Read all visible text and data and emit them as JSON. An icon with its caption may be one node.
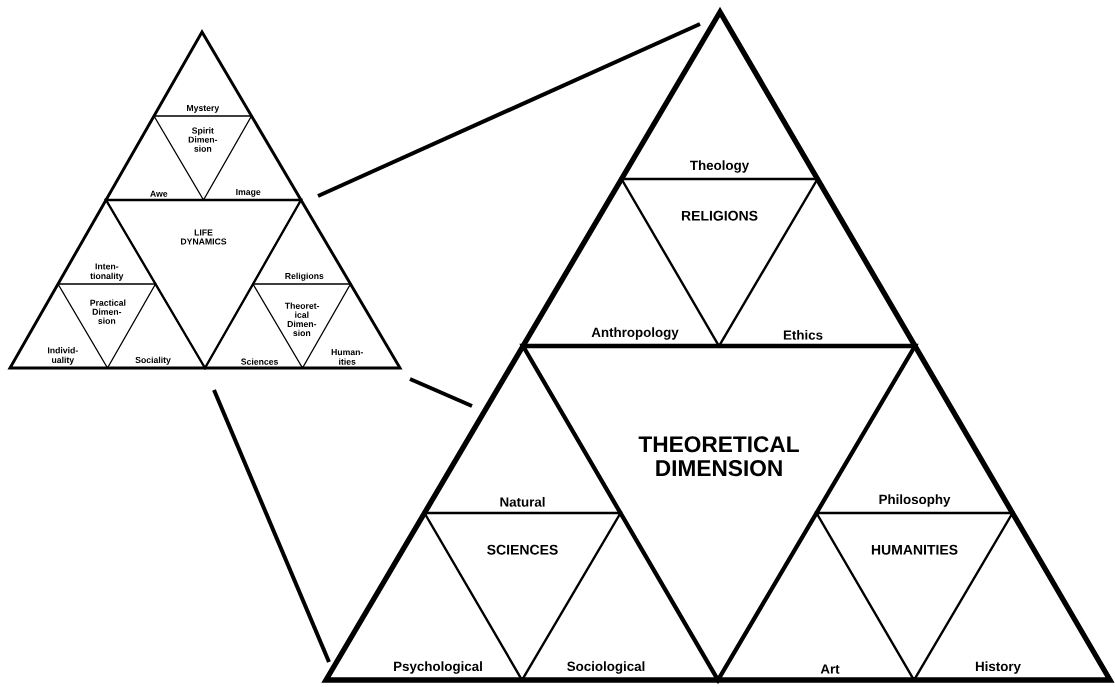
{
  "diagram": {
    "nodes": [
      {
        "text": [],
        "shape": "triangle"
      },
      {
        "text": [
          "Mystery",
          "Awe",
          "Image"
        ],
        "in": 0
      },
      {
        "text": [
          "Spirit Dimen- sion"
        ],
        "in": 1
      },
      {
        "text": [
          "LIFE DYNAMICS"
        ],
        "in": 0
      },
      {
        "text": [
          "Inten- tionality",
          "Individ- uality",
          "Sociality"
        ],
        "in": 0
      },
      {
        "text": [
          "Practical Dimen- sion"
        ],
        "in": 4
      },
      {
        "text": [
          "Religions",
          "Sciences",
          "Human- ities"
        ],
        "in": 0
      },
      {
        "text": [
          "Theoret- ical Dimen- sion"
        ],
        "in": 6
      },
      {
        "text": [],
        "shape": "triangle"
      },
      {
        "text": [
          "Theology",
          "Anthropology",
          "Ethics"
        ],
        "in": 8
      },
      {
        "text": [
          "RELIGIONS"
        ],
        "in": 9
      },
      {
        "text": [
          "THEORETICAL DIMENSION"
        ],
        "in": 8
      },
      {
        "text": [
          "Natural",
          "Psychological",
          "Sociological"
        ],
        "in": 8
      },
      {
        "text": [
          "SCIENCES"
        ],
        "in": 12
      },
      {
        "text": [
          "Philosophy",
          "Art",
          "History"
        ],
        "in": 8
      },
      {
        "text": [
          "HUMANITIES"
        ],
        "in": 14
      }
    ],
    "edges": [
      {
        "from": 0,
        "to": 8,
        "arrow": "none"
      },
      {
        "from": 0,
        "to": 8,
        "arrow": "none"
      },
      {
        "from": 0,
        "to": 8,
        "arrow": "none"
      }
    ]
  }
}
